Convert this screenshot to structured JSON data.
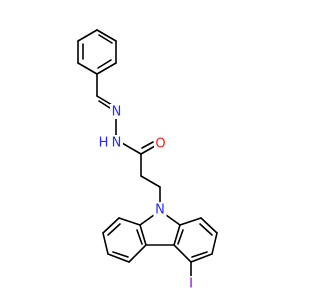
{
  "structure": {
    "atom_labels": {
      "N_hydrazone_upper": "N",
      "N_hydrazone_lower": "N",
      "H_on_N": "H",
      "O_carbonyl": "O",
      "N_carbazole": "N",
      "I_iodo": "I"
    },
    "colors": {
      "bond": "#000000",
      "nitrogen": "#2b2bff",
      "oxygen": "#ff1a1a",
      "iodine": "#9400d3",
      "background": "#ffffff"
    }
  }
}
